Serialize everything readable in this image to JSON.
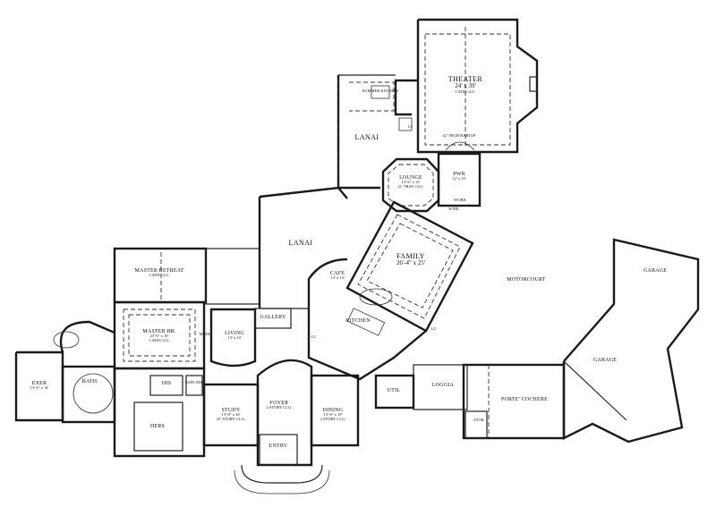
{
  "rooms": {
    "theater": {
      "name": "THEATER",
      "dims": "24' x 39'",
      "note": "CATH.CLG."
    },
    "summer_kitchen": {
      "name": "SUMMER KITCHEN"
    },
    "lanai_upper": {
      "name": "LANAI"
    },
    "lanai_lower": {
      "name": "LANAI"
    },
    "lounge": {
      "name": "LOUNGE",
      "dims": "13'-6\" x 13'",
      "note": "21' TRAY CLG."
    },
    "pwr": {
      "name": "PWR",
      "dims": "12' x 10'"
    },
    "bar_top": {
      "name": "42\" HIGH BARTOP"
    },
    "family": {
      "name": "FAMILY",
      "dims": "26'-4\" x 25'"
    },
    "cafe": {
      "name": "CAFE",
      "dims": "14' x 14'"
    },
    "kitchen": {
      "name": "KITCHEN"
    },
    "master_retreat": {
      "name": "MASTER RETREAT",
      "note": "CATH.CLG."
    },
    "master_br": {
      "name": "MASTER BR.",
      "dims": "23'-6\" x 16'",
      "note": "CATH.CLG."
    },
    "living": {
      "name": "LIVING",
      "dims": "13' x 14'"
    },
    "gallery": {
      "name": "GALLERY"
    },
    "exer": {
      "name": "EXER",
      "dims": "13'-6\" x 14'"
    },
    "bath": {
      "name": "BATH"
    },
    "his": {
      "name": "HIS"
    },
    "hers": {
      "name": "HERS"
    },
    "safe_rm": {
      "name": "SAFE RM."
    },
    "study": {
      "name": "STUDY",
      "dims": "13'-8\" x 16'",
      "note": "25' STORY CLG."
    },
    "foyer": {
      "name": "FOYER",
      "note": "2 STORY CLG."
    },
    "dining": {
      "name": "DINING",
      "dims": "13'-6\" x 19'",
      "note": "2 STORY CLG."
    },
    "entry": {
      "name": "ENTRY"
    },
    "util": {
      "name": "UTIL"
    },
    "loggia": {
      "name": "LOGGIA"
    },
    "porte_cochere": {
      "name": "PORTE' COCHERE"
    },
    "stor": {
      "name": "STOR"
    },
    "motorcourt": {
      "name": "MOTORCOURT"
    },
    "garage_1": {
      "name": "GARAGE"
    },
    "garage_2": {
      "name": "GARAGE"
    }
  },
  "annotations": {
    "half_bath_1": "1/2",
    "half_bath_2": "1/2",
    "half_bath_3": "1/2",
    "media": "MEDIA",
    "wine": "WINE",
    "work": "WORK"
  }
}
